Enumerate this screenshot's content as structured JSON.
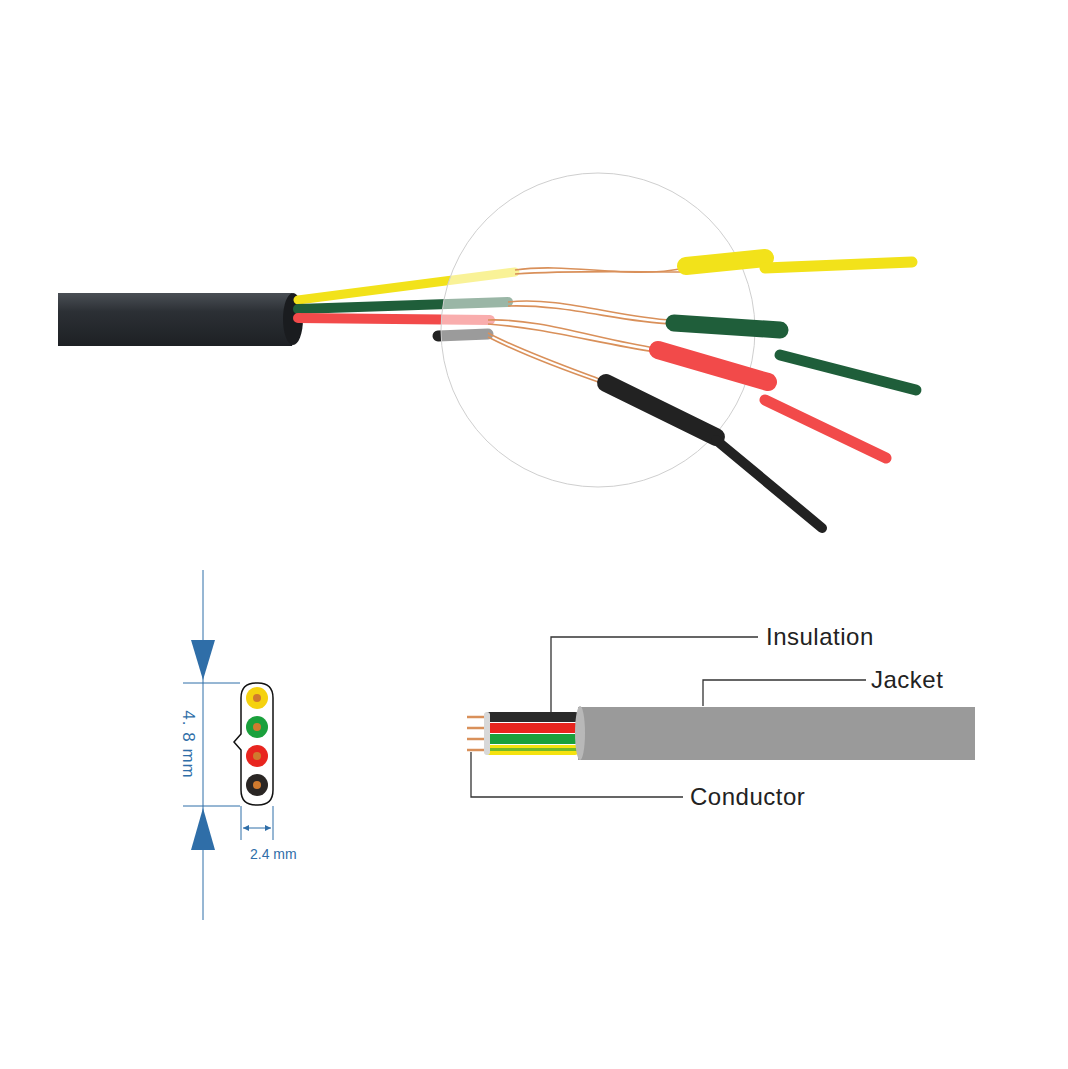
{
  "diagram": {
    "labels": [
      "4. 8 mm",
      "2.4 mm",
      "Insulation",
      "Jacket",
      "Conductor"
    ]
  }
}
